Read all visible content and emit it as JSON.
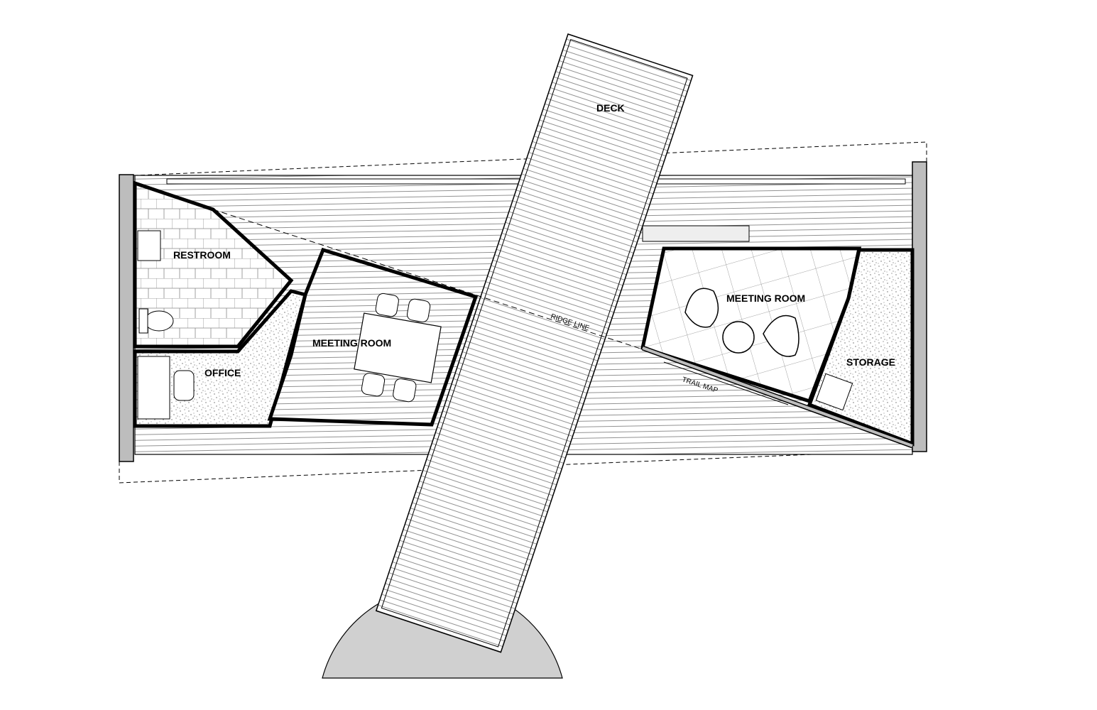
{
  "plan": {
    "rooms": {
      "deck": "DECK",
      "restroom": "RESTROOM",
      "office": "OFFICE",
      "meeting_room_left": "MEETING ROOM",
      "meeting_room_right": "MEETING ROOM",
      "storage": "STORAGE"
    },
    "annotations": {
      "ridge_line": "RIDGE LINE",
      "trail_map": "TRAIL MAP"
    },
    "colors": {
      "wall": "#bdbdbd",
      "plaza": "#d0d0d0",
      "line": "#000000"
    }
  }
}
